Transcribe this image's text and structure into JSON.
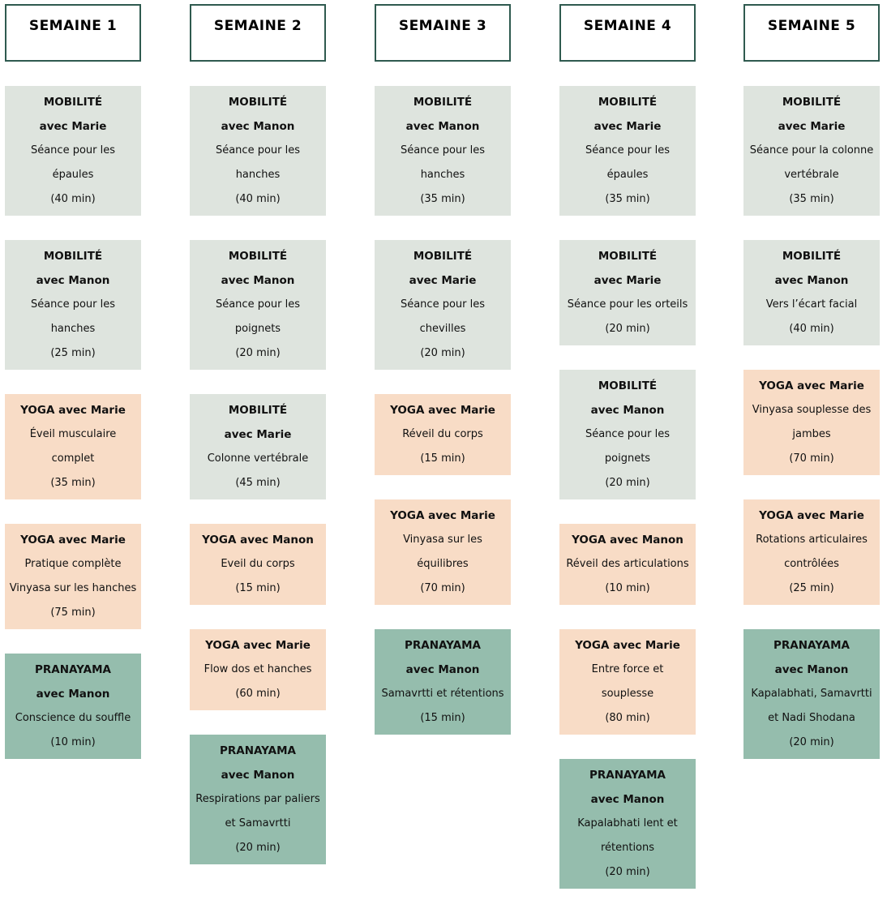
{
  "colors": {
    "mobilite": "#dee4de",
    "yoga": "#f8dcc6",
    "pranayama": "#95bdad",
    "header_border": "#2f5a4f"
  },
  "weeks": [
    {
      "title": "SEMAINE 1",
      "sessions": [
        {
          "type": "mobilite",
          "lines": [
            "MOBILITÉ",
            "avec Marie",
            "Séance pour les",
            "épaules",
            "(40 min)"
          ]
        },
        {
          "type": "mobilite",
          "lines": [
            "MOBILITÉ",
            "avec Manon",
            "Séance pour les",
            "hanches",
            "(25 min)"
          ]
        },
        {
          "type": "yoga",
          "lines": [
            "YOGA avec Marie",
            "Éveil musculaire",
            "complet",
            "(35 min)"
          ]
        },
        {
          "type": "yoga",
          "lines": [
            "YOGA avec Marie",
            "Pratique complète",
            "Vinyasa sur les hanches",
            "(75 min)"
          ]
        },
        {
          "type": "pranayama",
          "lines": [
            "PRANAYAMA",
            "avec Manon",
            "Conscience du souffle",
            "(10 min)"
          ]
        }
      ]
    },
    {
      "title": "SEMAINE 2",
      "sessions": [
        {
          "type": "mobilite",
          "lines": [
            "MOBILITÉ",
            "avec Manon",
            "Séance pour les",
            "hanches",
            "(40 min)"
          ]
        },
        {
          "type": "mobilite",
          "lines": [
            "MOBILITÉ",
            "avec Manon",
            "Séance pour les",
            "poignets",
            "(20 min)"
          ]
        },
        {
          "type": "mobilite",
          "lines": [
            "MOBILITÉ",
            "avec Marie",
            "Colonne vertébrale",
            "(45 min)"
          ]
        },
        {
          "type": "yoga",
          "lines": [
            "YOGA avec Manon",
            "Eveil du corps",
            "(15 min)"
          ]
        },
        {
          "type": "yoga",
          "lines": [
            "YOGA avec Marie",
            "Flow dos et hanches",
            "(60 min)"
          ]
        },
        {
          "type": "pranayama",
          "lines": [
            "PRANAYAMA",
            "avec Manon",
            "Respirations par paliers",
            "et Samavrtti",
            "(20 min)"
          ]
        }
      ]
    },
    {
      "title": "SEMAINE 3",
      "sessions": [
        {
          "type": "mobilite",
          "lines": [
            "MOBILITÉ",
            "avec Manon",
            "Séance pour les",
            "hanches",
            "(35 min)"
          ]
        },
        {
          "type": "mobilite",
          "lines": [
            "MOBILITÉ",
            "avec Marie",
            "Séance pour les",
            "chevilles",
            "(20 min)"
          ]
        },
        {
          "type": "yoga",
          "lines": [
            "YOGA avec Marie",
            "Réveil du corps",
            "(15 min)"
          ]
        },
        {
          "type": "yoga",
          "lines": [
            "YOGA avec Marie",
            "Vinyasa sur les",
            "équilibres",
            "(70 min)"
          ]
        },
        {
          "type": "pranayama",
          "lines": [
            "PRANAYAMA",
            "avec Manon",
            "Samavrtti et rétentions",
            "(15 min)"
          ]
        }
      ]
    },
    {
      "title": "SEMAINE 4",
      "sessions": [
        {
          "type": "mobilite",
          "lines": [
            "MOBILITÉ",
            "avec Marie",
            "Séance pour les",
            "épaules",
            "(35 min)"
          ]
        },
        {
          "type": "mobilite",
          "lines": [
            "MOBILITÉ",
            "avec Marie",
            "Séance pour les orteils",
            "(20 min)"
          ]
        },
        {
          "type": "mobilite",
          "lines": [
            "MOBILITÉ",
            "avec Manon",
            "Séance pour les",
            "poignets",
            "(20 min)"
          ]
        },
        {
          "type": "yoga",
          "lines": [
            "YOGA avec Manon",
            "Réveil des articulations",
            "(10 min)"
          ]
        },
        {
          "type": "yoga",
          "lines": [
            "YOGA avec Marie",
            "Entre force et",
            "souplesse",
            "(80 min)"
          ]
        },
        {
          "type": "pranayama",
          "lines": [
            "PRANAYAMA",
            "avec Manon",
            "Kapalabhati lent et",
            "rétentions",
            "(20 min)"
          ]
        }
      ]
    },
    {
      "title": "SEMAINE 5",
      "sessions": [
        {
          "type": "mobilite",
          "lines": [
            "MOBILITÉ",
            "avec Marie",
            "Séance pour la colonne",
            "vertébrale",
            "(35 min)"
          ]
        },
        {
          "type": "mobilite",
          "lines": [
            "MOBILITÉ",
            "avec Manon",
            "Vers l’écart facial",
            "(40 min)"
          ]
        },
        {
          "type": "yoga",
          "lines": [
            "YOGA avec Marie",
            "Vinyasa souplesse des",
            "jambes",
            "(70 min)"
          ]
        },
        {
          "type": "yoga",
          "lines": [
            "YOGA avec Marie",
            "Rotations articulaires",
            "contrôlées",
            "(25 min)"
          ]
        },
        {
          "type": "pranayama",
          "lines": [
            "PRANAYAMA",
            "avec Manon",
            "Kapalabhati, Samavrtti",
            "et Nadi Shodana",
            "(20 min)"
          ]
        }
      ]
    }
  ]
}
